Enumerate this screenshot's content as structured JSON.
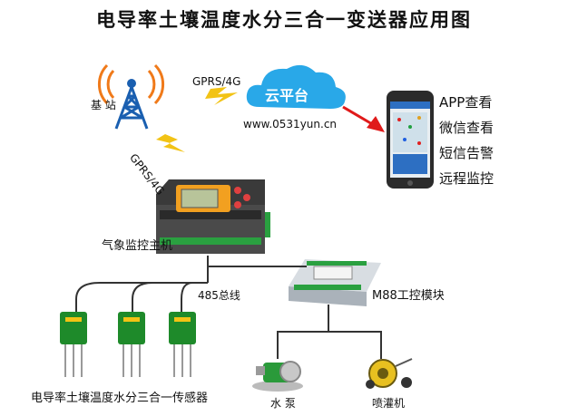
{
  "title": "电导率土壤温度水分三合一变送器应用图",
  "labels": {
    "base_station": "基 站",
    "gprs_top": "GPRS/4G",
    "gprs_left": "GPRS/4G",
    "cloud": "云平台",
    "url": "www.0531yun.cn",
    "host": "气象监控主机",
    "bus": "485总线",
    "module": "M88工控模块",
    "sensor": "电导率土壤温度水分三合一传感器",
    "pump": "水 泵",
    "sprinkler": "喷灌机"
  },
  "features": [
    "APP查看",
    "微信查看",
    "短信告警",
    "远程监控"
  ],
  "colors": {
    "cloud": "#29a8e8",
    "bolt": "#f2c315",
    "arrow": "#e01a1a",
    "tower": "#1a5fb0",
    "signal": "#f07a1a",
    "sensor_body": "#1e8a2a",
    "line": "#333333"
  }
}
